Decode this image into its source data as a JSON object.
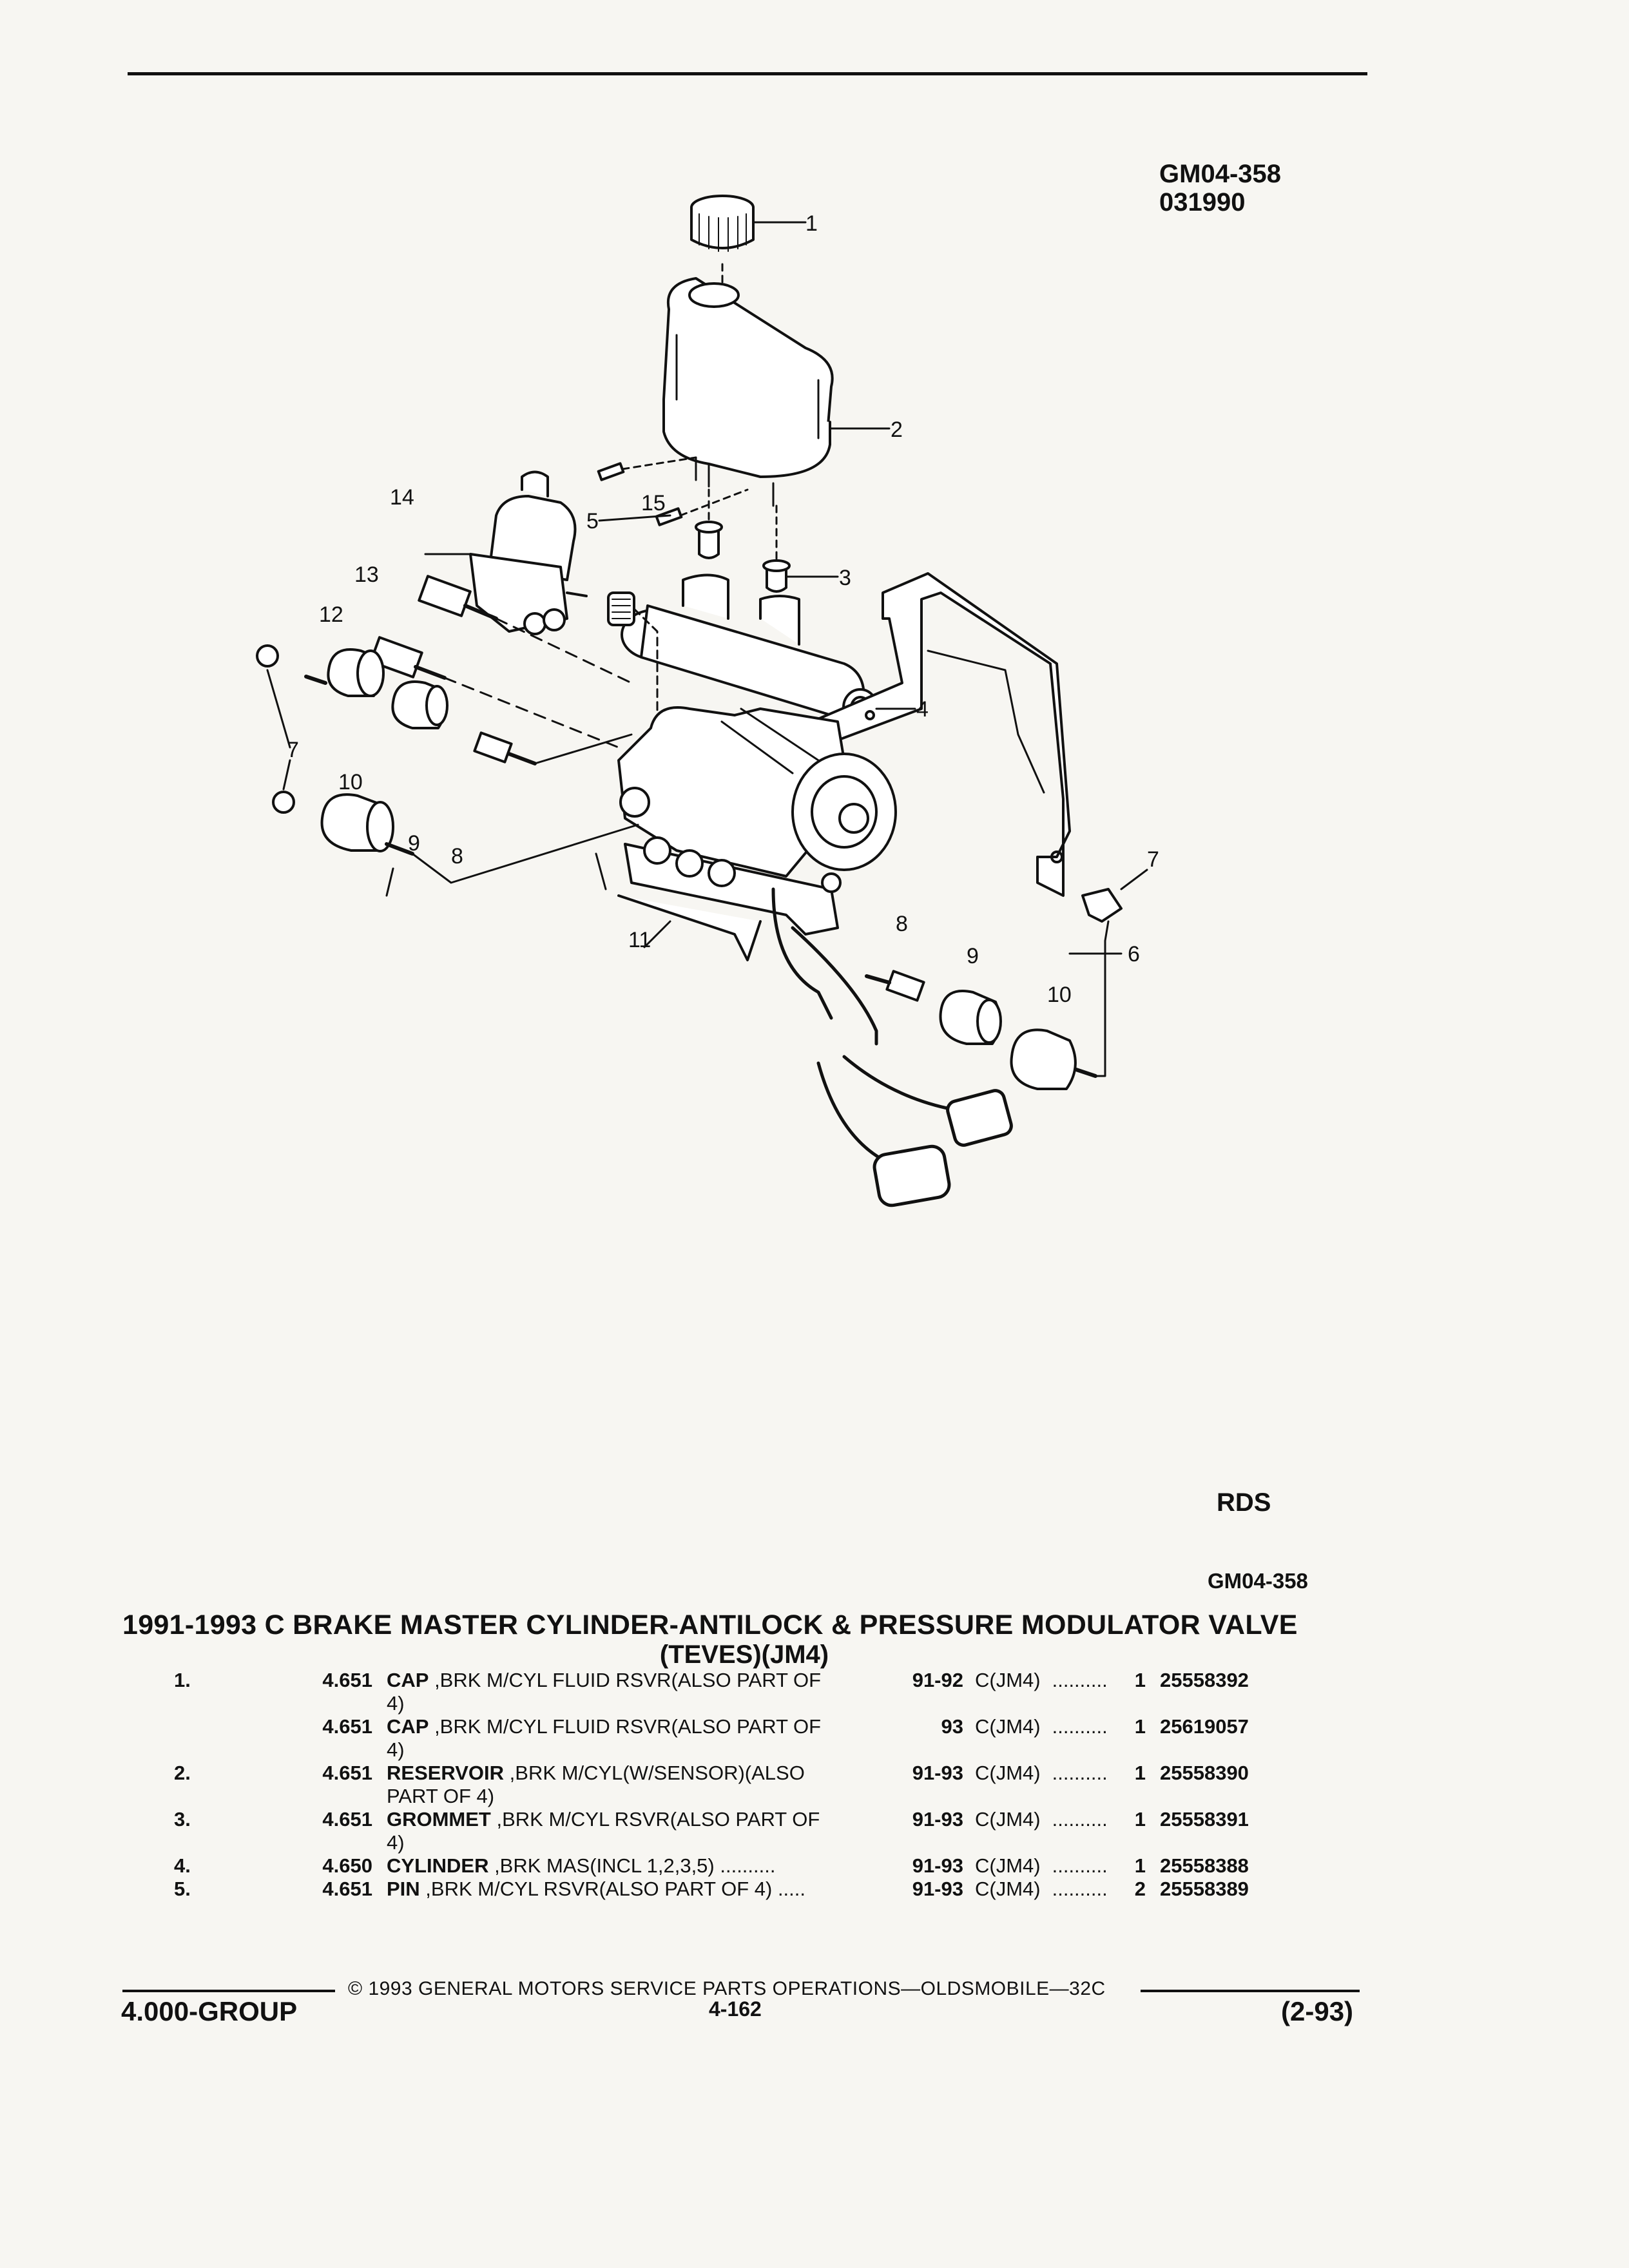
{
  "header": {
    "code": "GM04-358",
    "date_code": "031990"
  },
  "diagram": {
    "callouts": [
      "1",
      "2",
      "3",
      "4",
      "5",
      "6",
      "7",
      "7",
      "8",
      "8",
      "9",
      "9",
      "10",
      "10",
      "11",
      "12",
      "13",
      "14",
      "15"
    ],
    "corner_label": "RDS",
    "ref_code": "GM04-358"
  },
  "section": {
    "title_line1": "1991-1993 C BRAKE MASTER CYLINDER-ANTILOCK & PRESSURE MODULATOR VALVE",
    "title_line2": "(TEVES)(JM4)"
  },
  "parts": [
    {
      "no": "1.",
      "group": "4.651",
      "name": "CAP",
      "desc": " ,BRK M/CYL FLUID RSVR(ALSO PART OF",
      "desc2": "4)",
      "years": "91-92",
      "app": "C(JM4)",
      "dots": "..........",
      "qty": "1",
      "pn": "25558392"
    },
    {
      "no": "",
      "group": "4.651",
      "name": "CAP",
      "desc": " ,BRK M/CYL FLUID RSVR(ALSO PART OF",
      "desc2": "4)",
      "years": "93",
      "app": "C(JM4)",
      "dots": "..........",
      "qty": "1",
      "pn": "25619057"
    },
    {
      "no": "2.",
      "group": "4.651",
      "name": "RESERVOIR",
      "desc": " ,BRK M/CYL(W/SENSOR)(ALSO",
      "desc2": "PART OF 4)",
      "years": "91-93",
      "app": "C(JM4)",
      "dots": "..........",
      "qty": "1",
      "pn": "25558390"
    },
    {
      "no": "3.",
      "group": "4.651",
      "name": "GROMMET",
      "desc": " ,BRK M/CYL RSVR(ALSO PART OF",
      "desc2": "4)",
      "years": "91-93",
      "app": "C(JM4)",
      "dots": "..........",
      "qty": "1",
      "pn": "25558391"
    },
    {
      "no": "4.",
      "group": "4.650",
      "name": "CYLINDER",
      "desc": " ,BRK MAS(INCL 1,2,3,5) ..........",
      "desc2": "",
      "years": "91-93",
      "app": "C(JM4)",
      "dots": "..........",
      "qty": "1",
      "pn": "25558388"
    },
    {
      "no": "5.",
      "group": "4.651",
      "name": "PIN",
      "desc": " ,BRK M/CYL RSVR(ALSO PART OF 4) .....",
      "desc2": "",
      "years": "91-93",
      "app": "C(JM4)",
      "dots": "..........",
      "qty": "2",
      "pn": "25558389"
    }
  ],
  "footer": {
    "copyright": "© 1993 GENERAL MOTORS SERVICE PARTS OPERATIONS—OLDSMOBILE—32C",
    "group": "4.000-GROUP",
    "page": "4-162",
    "revision": "(2-93)"
  }
}
